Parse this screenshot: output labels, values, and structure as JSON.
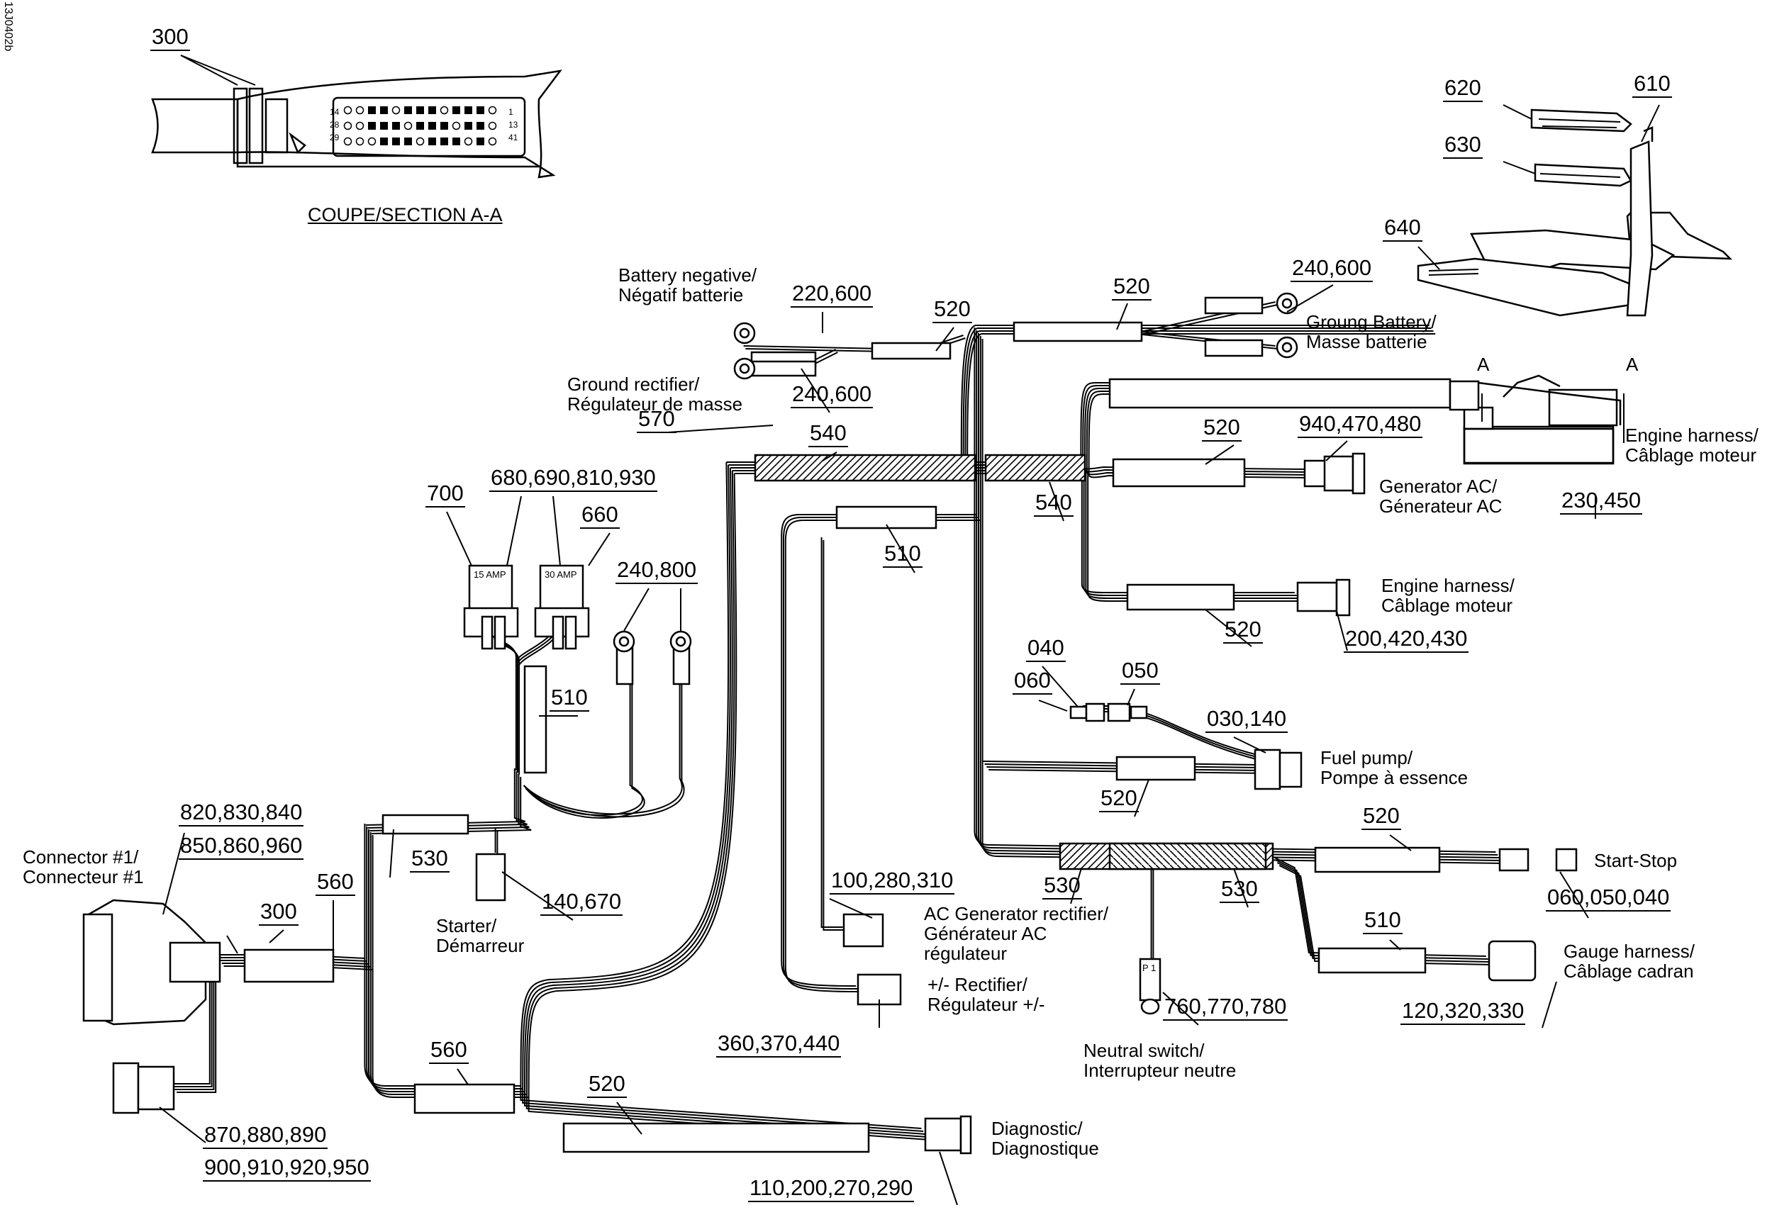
{
  "figure_code": "13J0402b",
  "section_title": "COUPE/SECTION A-A",
  "section_marker": "A",
  "connector_pins": [
    "1",
    "13",
    "14",
    "28",
    "29",
    "41"
  ],
  "fuse_ratings": [
    "15 AMP",
    "30 AMP"
  ],
  "switch_pins": [
    "P",
    "1"
  ],
  "callouts": [
    {
      "id": "c-300-top",
      "text": "300"
    },
    {
      "id": "c-620",
      "text": "620"
    },
    {
      "id": "c-610",
      "text": "610"
    },
    {
      "id": "c-630",
      "text": "630"
    },
    {
      "id": "c-640",
      "text": "640"
    },
    {
      "id": "c-240600-right",
      "text": "240,600"
    },
    {
      "id": "c-520-top-right",
      "text": "520"
    },
    {
      "id": "c-520-top-left",
      "text": "520"
    },
    {
      "id": "c-220600",
      "text": "220,600"
    },
    {
      "id": "c-240600-left",
      "text": "240,600"
    },
    {
      "id": "c-540-left",
      "text": "540"
    },
    {
      "id": "c-570",
      "text": "570"
    },
    {
      "id": "c-520-gen",
      "text": "520"
    },
    {
      "id": "c-940470480",
      "text": "940,470,480"
    },
    {
      "id": "c-230450",
      "text": "230,450"
    },
    {
      "id": "c-540-right",
      "text": "540"
    },
    {
      "id": "c-510-mid",
      "text": "510"
    },
    {
      "id": "c-700",
      "text": "700"
    },
    {
      "id": "c-680690810930",
      "text": "680,690,810,930"
    },
    {
      "id": "c-660",
      "text": "660"
    },
    {
      "id": "c-240800",
      "text": "240,800"
    },
    {
      "id": "c-520-engine",
      "text": "520"
    },
    {
      "id": "c-200420430",
      "text": "200,420,430"
    },
    {
      "id": "c-040",
      "text": "040"
    },
    {
      "id": "c-060",
      "text": "060"
    },
    {
      "id": "c-050",
      "text": "050"
    },
    {
      "id": "c-030140",
      "text": "030,140"
    },
    {
      "id": "c-510-fuse",
      "text": "510"
    },
    {
      "id": "c-520-fuel",
      "text": "520"
    },
    {
      "id": "c-820830840",
      "text": "820,830,840"
    },
    {
      "id": "c-850860960",
      "text": "850,860,960"
    },
    {
      "id": "c-530-left",
      "text": "530"
    },
    {
      "id": "c-520-start",
      "text": "520"
    },
    {
      "id": "c-560-top",
      "text": "560"
    },
    {
      "id": "c-300-mid",
      "text": "300"
    },
    {
      "id": "c-140670",
      "text": "140,670"
    },
    {
      "id": "c-100280310",
      "text": "100,280,310"
    },
    {
      "id": "c-530-mid",
      "text": "530"
    },
    {
      "id": "c-530-right",
      "text": "530"
    },
    {
      "id": "c-060050040",
      "text": "060,050,040"
    },
    {
      "id": "c-510-gauge",
      "text": "510"
    },
    {
      "id": "c-360370440",
      "text": "360,370,440"
    },
    {
      "id": "c-760770780",
      "text": "760,770,780"
    },
    {
      "id": "c-120320330",
      "text": "120,320,330"
    },
    {
      "id": "c-560-bottom",
      "text": "560"
    },
    {
      "id": "c-520-diag",
      "text": "520"
    },
    {
      "id": "c-870880890",
      "text": "870,880,890"
    },
    {
      "id": "c-900910920950",
      "text": "900,910,920,950"
    },
    {
      "id": "c-110200270290",
      "text": "110,200,270,290"
    }
  ],
  "labels": {
    "battery_negative": [
      "Battery negative/",
      "Négatif batterie"
    ],
    "ground_rectifier": [
      "Ground rectifier/",
      "Régulateur de masse"
    ],
    "ground_battery": [
      "Groung Battery/",
      "Masse batterie"
    ],
    "engine_harness_top": [
      "Engine harness/",
      "Câblage moteur"
    ],
    "generator_ac": [
      "Generator AC/",
      "Génerateur AC"
    ],
    "engine_harness_mid": [
      "Engine harness/",
      "Câblage moteur"
    ],
    "fuel_pump": [
      "Fuel pump/",
      "Pompe à essence"
    ],
    "connector_1": [
      "Connector #1/",
      "Connecteur #1"
    ],
    "starter": [
      "Starter/",
      "Démarreur"
    ],
    "start_stop": [
      "Start-Stop"
    ],
    "ac_generator_rectifier": [
      "AC Generator rectifier/",
      "Générateur AC",
      "régulateur"
    ],
    "rectifier_pm": [
      "+/- Rectifier/",
      "Régulateur +/-"
    ],
    "gauge_harness": [
      "Gauge harness/",
      "Câblage cadran"
    ],
    "neutral_switch": [
      "Neutral switch/",
      "Interrupteur neutre"
    ],
    "diagnostic": [
      "Diagnostic/",
      "Diagnostique"
    ]
  }
}
